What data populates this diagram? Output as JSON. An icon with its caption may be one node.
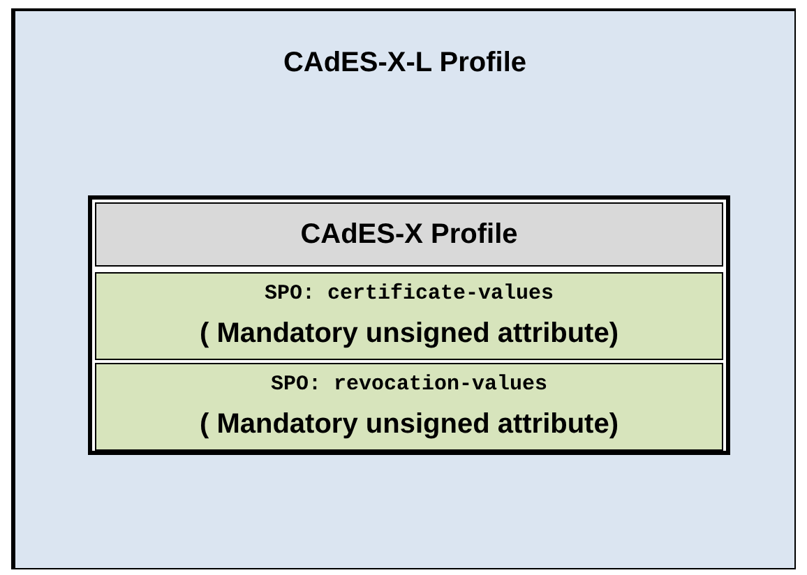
{
  "diagram": {
    "nodes": [
      {
        "text": [
          "CAdES-X-L Profile"
        ]
      },
      {
        "text": [
          "CAdES-X Profile"
        ],
        "in": 0
      },
      {
        "text": [
          "SPO: certificate-values",
          "( Mandatory unsigned attribute)"
        ],
        "in": 1
      },
      {
        "text": [
          "SPO: revocation-values",
          "( Mandatory unsigned attribute)"
        ],
        "in": 1
      }
    ]
  }
}
